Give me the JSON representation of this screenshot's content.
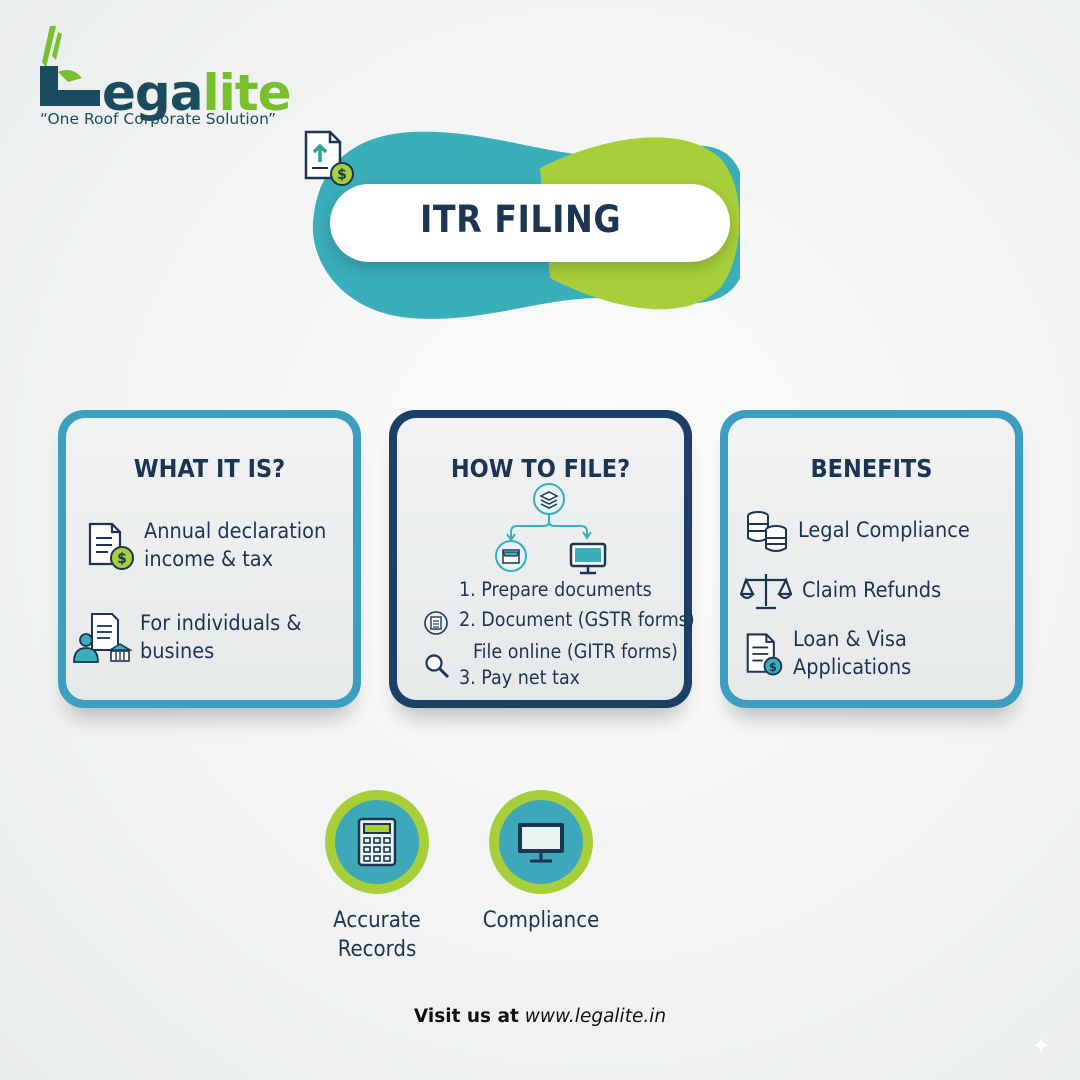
{
  "brand": {
    "logo_text": "Legalite",
    "logo_initial": "L",
    "logo_rest_dark": "ega",
    "logo_rest_green": "lite",
    "tagline": "“One Roof Corporate Solution”",
    "colors": {
      "dark": "#1b4c5e",
      "green": "#77bf2d",
      "teal": "#3aaebb",
      "lime": "#a6cf3a"
    }
  },
  "hero": {
    "title": "ITR FILING",
    "icon": "document-upload-dollar-icon"
  },
  "cards": [
    {
      "title": "WHAT IT IS?",
      "items": [
        {
          "icon": "document-dollar-icon",
          "lines": [
            "Annual declaration",
            "income & tax"
          ]
        },
        {
          "icon": "people-building-icon",
          "lines": [
            "For individuals &",
            "busines"
          ]
        }
      ]
    },
    {
      "title": "HOW TO FILE?",
      "flow_icons": [
        "stack-icon",
        "folder-icon",
        "monitor-icon"
      ],
      "steps": [
        {
          "icon": "",
          "text": "1. Prepare documents"
        },
        {
          "icon": "list-icon",
          "text": "2. Document (GSTR forms)"
        },
        {
          "icon": "search-icon",
          "text": "File online (GITR forms)"
        },
        {
          "icon": "",
          "text": "3. Pay net tax"
        }
      ]
    },
    {
      "title": "BENEFITS",
      "items": [
        {
          "icon": "coins-icon",
          "text": "Legal Compliance"
        },
        {
          "icon": "scale-icon",
          "text": "Claim Refunds"
        },
        {
          "icon": "document-dollar-icon",
          "text": "Loan & Visa Applications"
        }
      ]
    }
  ],
  "features": [
    {
      "icon": "calculator-icon",
      "label": [
        "Accurate",
        "Records"
      ]
    },
    {
      "icon": "monitor-icon",
      "label": [
        "Compliance"
      ]
    }
  ],
  "footer": {
    "prefix": "Visit us at",
    "url": "www.legalite.in"
  }
}
